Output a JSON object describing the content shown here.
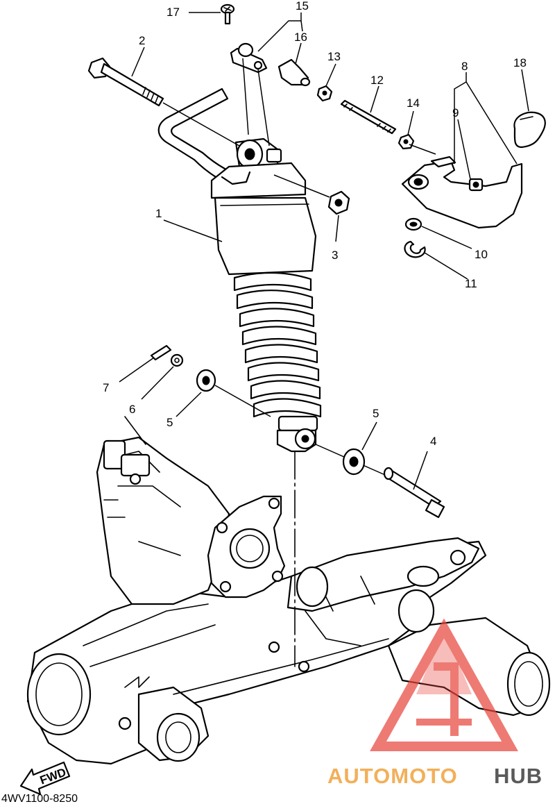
{
  "diagram": {
    "labels": [
      "1",
      "2",
      "3",
      "4",
      "5",
      "5",
      "6",
      "7",
      "8",
      "9",
      "10",
      "11",
      "12",
      "13",
      "14",
      "15",
      "16",
      "17",
      "18"
    ],
    "diagram_code": "4WV1100-8250",
    "fwd_label": "FWD"
  },
  "watermark": {
    "text_part1": "AUTOMOTO",
    "text_part2": "HUB",
    "color_primary": "#f2b05a",
    "color_secondary": "#5a5a5a",
    "logo_color": "#e8473f"
  }
}
